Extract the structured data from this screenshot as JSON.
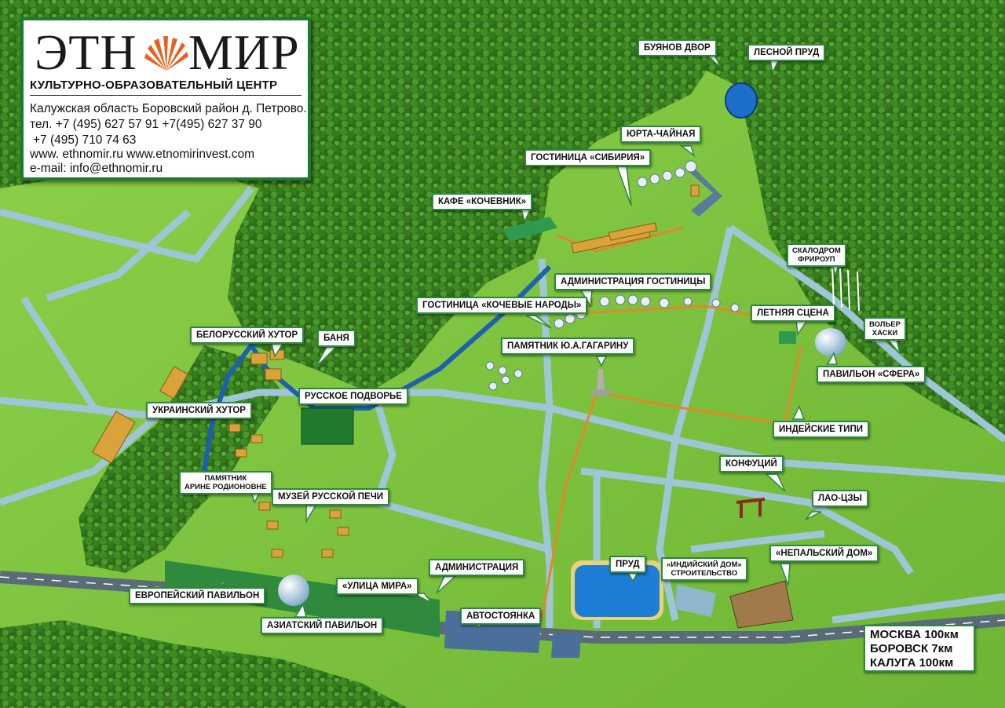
{
  "header": {
    "logo_left": "ЭТН",
    "logo_right": "МИР",
    "subtitle": "КУЛЬТУРНО-ОБРАЗОВАТЕЛЬНЫЙ ЦЕНТР",
    "address": "Калужская область Боровский район д. Петрово.",
    "phone_line1": "тел. +7 (495) 627 57 91  +7(495) 627 37 90",
    "phone_line2": "+7 (495) 710 74 63",
    "websites": "www. ethnomir.ru  www.etnomirinvest.com",
    "email": "e-mail: info@ethnomir.ru"
  },
  "labels": {
    "buyanov_dvor": "БУЯНОВ ДВОР",
    "lesnoy_prud": "ЛЕСНОЙ ПРУД",
    "yurta_chaynaya": "ЮРТА-ЧАЙНАЯ",
    "gostinitsa_sibiriya": "ГОСТИНИЦА «СИБИРИЯ»",
    "kafe_kochevnik": "КАФЕ «КОЧЕВНИК»",
    "skalodrom_line1": "СКАЛОДРОМ",
    "skalodrom_line2": "ФРИРОУП",
    "administratsiya_gostinitsy": "АДМИНИСТРАЦИЯ ГОСТИНИЦЫ",
    "gostinitsa_kochevye": "ГОСТИНИЦА  «КОЧЕВЫЕ НАРОДЫ»",
    "letnyaya_stsena": "ЛЕТНЯЯ СЦЕНА",
    "volyer_line1": "ВОЛЬЕР",
    "volyer_line2": "ХАСКИ",
    "pamyatnik_gagarinu": "ПАМЯТНИК Ю.А.ГАГАРИНУ",
    "pavilon_sfera": "ПАВИЛЬОН «СФЕРА»",
    "belorussky_khutor": "БЕЛОРУССКИЙ ХУТОР",
    "banya": "БАНЯ",
    "russkoe_podvorye": "РУССКОЕ ПОДВОРЬЕ",
    "ukrainsky_khutor": "УКРАИНСКИЙ ХУТОР",
    "indeyskie_tipi": "ИНДЕЙСКИЕ ТИПИ",
    "konfutsiy": "КОНФУЦИЙ",
    "pamyatnik_arine_line1": "ПАМЯТНИК",
    "pamyatnik_arine_line2": "АРИНЕ РОДИОНОВНЕ",
    "muzey_pechi": "МУЗЕЙ РУССКОЙ ПЕЧИ",
    "lao_tszy": "ЛАО-ЦЗЫ",
    "nepalsky_dom": "«НЕПАЛЬСКИЙ ДОМ»",
    "indiysky_dom_line1": "«ИНДИЙСКИЙ ДОМ»",
    "indiysky_dom_line2": "СТРОИТЕЛЬСТВО",
    "prud": "ПРУД",
    "administratsiya": "АДМИНИСТРАЦИЯ",
    "ulitsa_mira": "«УЛИЦА МИРА»",
    "evropeysky_pavilon": "ЕВРОПЕЙСКИЙ ПАВИЛЬОН",
    "aziatsky_pavilon": "АЗИАТСКИЙ ПАВИЛЬОН",
    "avtostoyanka": "АВТОСТОЯНКА"
  },
  "distances": {
    "moskva": "МОСКВА 100км",
    "borovsk": "БОРОВСК 7км",
    "kaluga": "КАЛУГА 100км"
  },
  "colors": {
    "grass": "#7cc43c",
    "forest": "#2f6b1a",
    "path": "#9ec6d6",
    "water": "#1e6fc9",
    "road": "#5a6b78",
    "label_border": "#2b8a3e",
    "logo_sun": "#e8601c"
  }
}
